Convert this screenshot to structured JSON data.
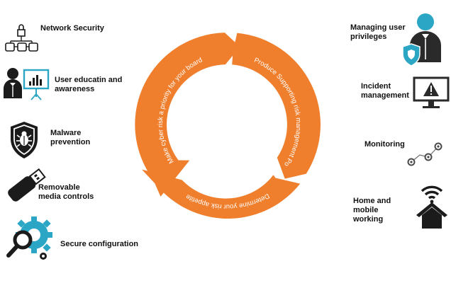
{
  "colors": {
    "accent_orange": "#f07f2d",
    "accent_teal": "#2ba6c4",
    "icon_dark": "#1b1b1b",
    "icon_gray": "#6b6b6b"
  },
  "cycle": {
    "segments": [
      {
        "text": "Make cyber risk a priority for your board"
      },
      {
        "text": "Produce Supporting risk management Policies"
      },
      {
        "text": "Determine your risk appetite"
      }
    ]
  },
  "left_items": [
    {
      "label": "Network Security",
      "icon": "network-lock-icon"
    },
    {
      "label": "User educatin and awareness",
      "icon": "presentation-user-icon"
    },
    {
      "label": "Malware prevention",
      "icon": "bug-shield-icon"
    },
    {
      "label": "Removable media controls",
      "icon": "usb-drive-icon"
    },
    {
      "label": "Secure configuration",
      "icon": "gear-magnifier-icon"
    }
  ],
  "right_items": [
    {
      "label": "Managing user privileges",
      "icon": "user-shield-icon"
    },
    {
      "label": "Incident management",
      "icon": "warning-monitor-icon"
    },
    {
      "label": "Monitoring",
      "icon": "monitoring-points-icon"
    },
    {
      "label": "Home and mobile working",
      "icon": "wifi-home-icon"
    }
  ]
}
